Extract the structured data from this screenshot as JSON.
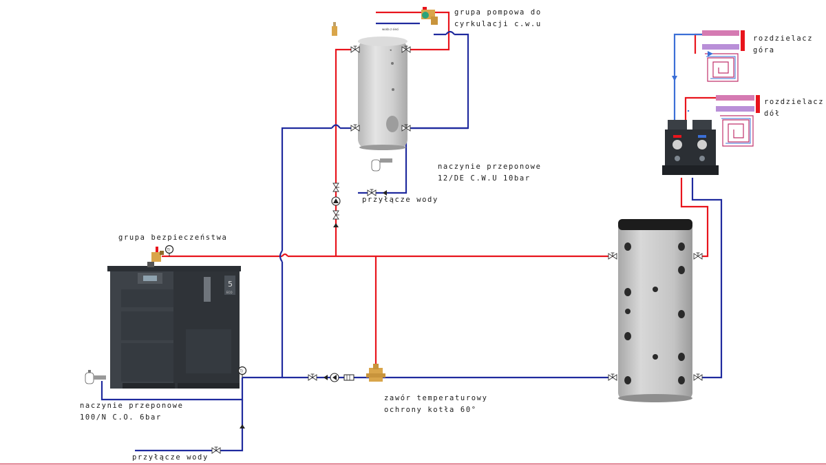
{
  "labels": {
    "circulation_group": [
      "grupa pompowa do",
      "cyrkulacji c.w.u"
    ],
    "cold_water_tag": "woda z sieci",
    "dhw_expansion": [
      "naczynie przeponowe",
      "12/DE C.W.U 10bar"
    ],
    "dhw_water_inlet": "przyłącze wody",
    "safety_group": "grupa bezpieczeństwa",
    "ch_expansion": [
      "naczynie przeponowe",
      "100/N C.O. 6bar"
    ],
    "boiler_water_inlet": "przyłącze wody",
    "mixing_valve": [
      "zawór temperaturowy",
      "ochrony kotła 60°"
    ],
    "manifold_top": [
      "rozdzielacz",
      "góra"
    ],
    "manifold_bottom": [
      "rozdzielacz",
      "dół"
    ]
  },
  "boiler": {
    "badge_number": "5",
    "badge_text": "ECO"
  },
  "gauges": {
    "thermometer_symbol": "T/"
  },
  "colors": {
    "supply": "#e8141c",
    "return": "#1f2a9e",
    "floor_loop": "#c0306a",
    "floor_loop_return": "#3b6fd6",
    "tank": "#cfcfcf",
    "buffer_cap": "#1c1c1c",
    "boiler_body": "#3d4248",
    "boiler_dark": "#2b2f34",
    "brass": "#d9a54a",
    "footer_line": "#c8102e"
  }
}
